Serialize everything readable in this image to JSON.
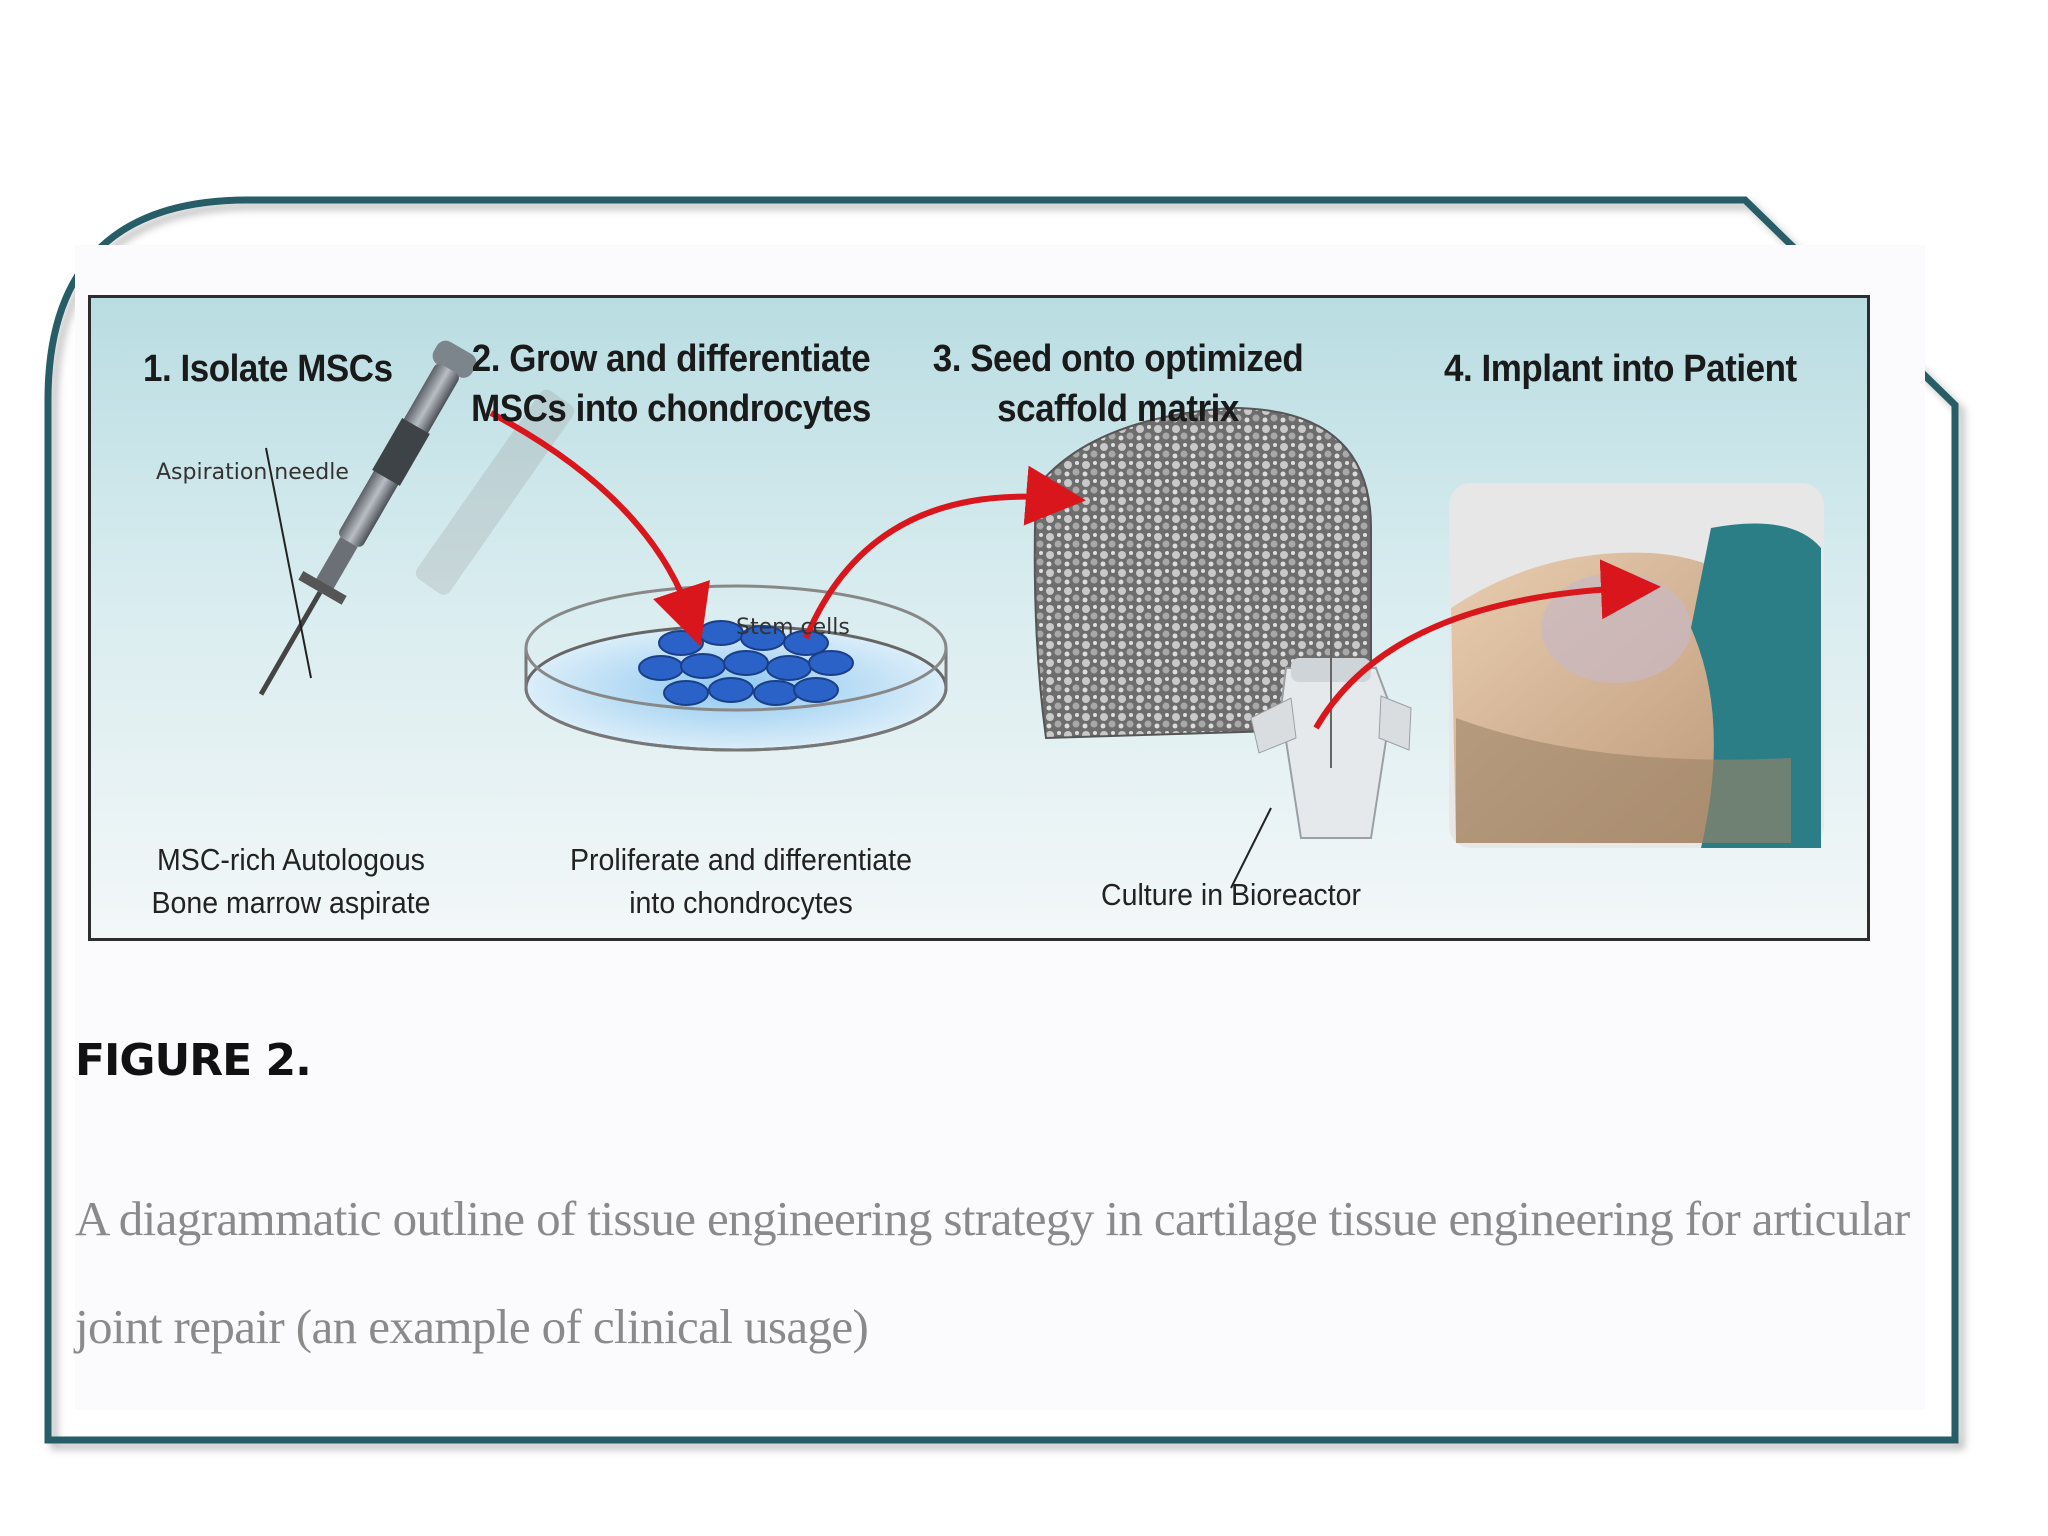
{
  "figure": {
    "steps": [
      {
        "title": "1. Isolate MSCs"
      },
      {
        "title_line1": "2. Grow and differentiate",
        "title_line2": "MSCs into chondrocytes"
      },
      {
        "title_line1": "3. Seed onto optimized",
        "title_line2": "scaffold matrix"
      },
      {
        "title": "4. Implant into Patient"
      }
    ],
    "labels": {
      "aspiration_needle": "Aspiration needle",
      "stem_cells": "Stem cells",
      "aspirate_line1": "MSC-rich Autologous",
      "aspirate_line2": "Bone marrow aspirate",
      "proliferate_line1": "Proliferate and differentiate",
      "proliferate_line2": "into chondrocytes",
      "bioreactor": "Culture in Bioreactor"
    }
  },
  "heading": "FIGURE 2.",
  "caption": "A diagrammatic outline of tissue engineering strategy in cartilage tissue engineering for articular joint repair (an example of clinical usage)",
  "colors": {
    "frame": "#255d66",
    "arrow": "#d8161b",
    "cells": "#2a62c7",
    "caption_text": "#8a8a8a"
  }
}
